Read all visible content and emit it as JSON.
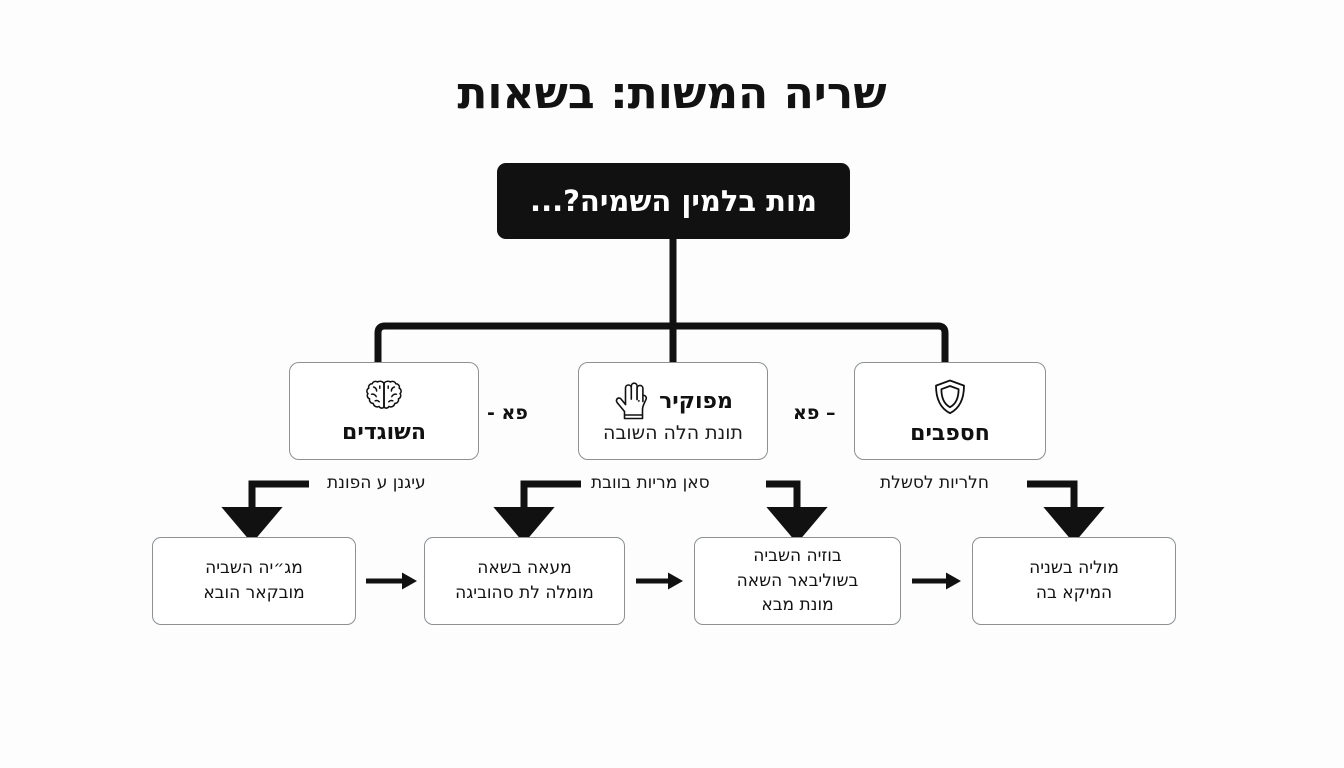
{
  "page": {
    "title": "שריה המשות: בשאות",
    "background_color": "#fdfdfd",
    "accent_color": "#111111",
    "box_border_color": "#8d9194"
  },
  "root": {
    "label": "מות בלמין השמיה?...",
    "background_color": "#111111",
    "text_color": "#ffffff"
  },
  "categories": [
    {
      "id": "left",
      "icon": "brain-icon",
      "label": "השוגדים",
      "sub": ""
    },
    {
      "id": "middle",
      "icon": "hand-icon",
      "label": "מפוקיר",
      "sub": "תונת הלה השובה"
    },
    {
      "id": "right",
      "icon": "shield-icon",
      "label": "חספבים",
      "sub": ""
    }
  ],
  "branch_labels": [
    {
      "id": "left",
      "text": "פא -"
    },
    {
      "id": "right",
      "text": "– פא"
    }
  ],
  "step_labels": [
    {
      "id": "1",
      "text": "עיגנן ע הפונת"
    },
    {
      "id": "2",
      "text": "סאן מריות בוובת"
    },
    {
      "id": "3",
      "text": "חלריות לסשלת"
    }
  ],
  "steps": [
    {
      "id": "1",
      "lines": [
        "מג״יה השביה",
        "מובקאר הובא"
      ]
    },
    {
      "id": "2",
      "lines": [
        "מעאה בשאה",
        "מומלה לת סהוביגה"
      ]
    },
    {
      "id": "3",
      "lines": [
        "בוזיה השביה",
        "בשוליבאר השאה",
        "מונת מבא"
      ]
    },
    {
      "id": "4",
      "lines": [
        "מוליה בשניה",
        "המיקא בה"
      ]
    }
  ]
}
